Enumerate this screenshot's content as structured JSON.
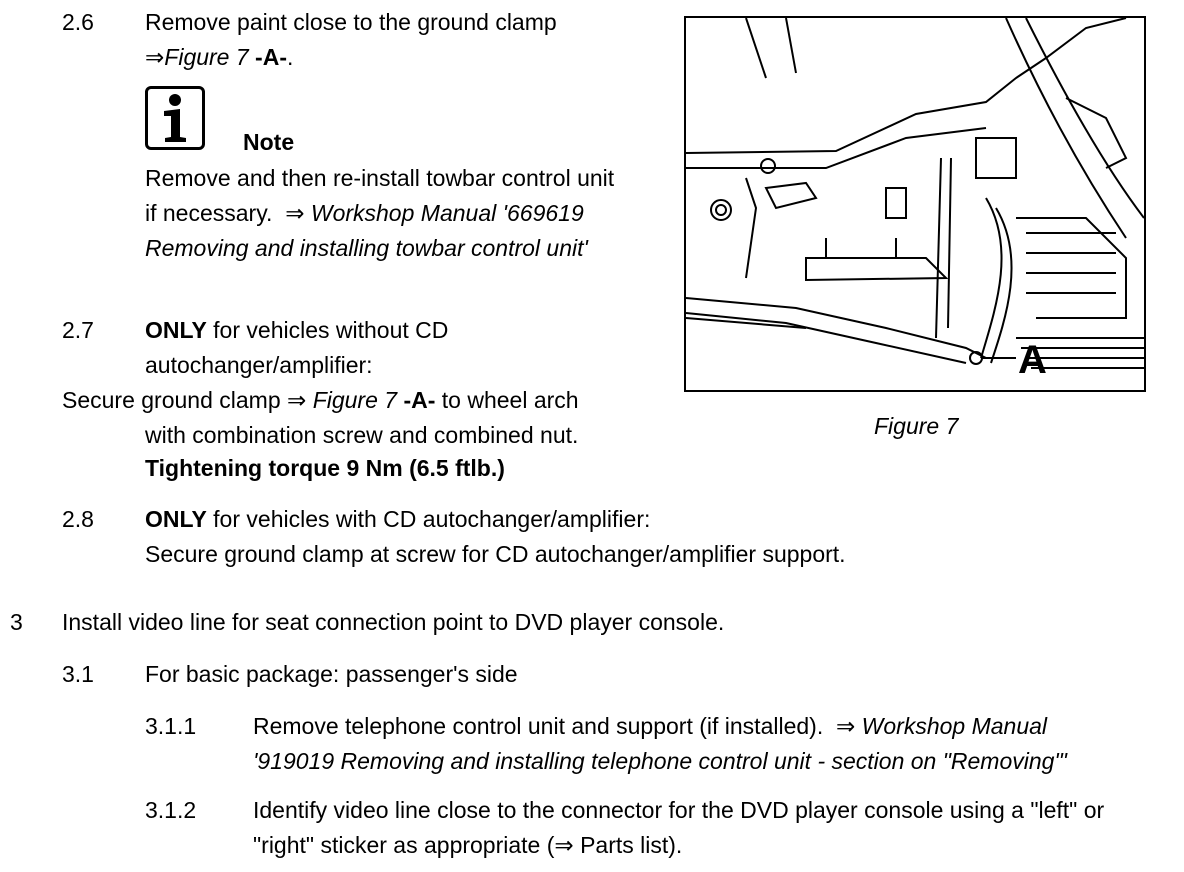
{
  "arrow": "⇒",
  "step_2_6": {
    "number": "2.6",
    "line1": "Remove paint close to the ground clamp",
    "fig_ref": "Figure 7",
    "marker": "-A-",
    "end": "."
  },
  "note": {
    "icon_glyph": "i",
    "heading": "Note",
    "line1": "Remove and then re-install towbar control unit",
    "line2_plain": "if necessary.",
    "line2_italic": "Workshop Manual '669619",
    "line3_italic": "Removing and installing towbar control unit'"
  },
  "step_2_7": {
    "number": "2.7",
    "only": "ONLY",
    "line1_rest": " for vehicles without CD",
    "line2": "autochanger/amplifier:",
    "line3_a": "Secure ground clamp",
    "fig_ref": "Figure 7",
    "marker": "-A-",
    "line3_b": "to wheel arch",
    "line4": "with combination screw and combined nut.",
    "torque": "Tightening torque 9 Nm (6.5 ftlb.)"
  },
  "step_2_8": {
    "number": "2.8",
    "only": "ONLY",
    "line1_rest": " for vehicles with CD autochanger/amplifier:",
    "line2": "Secure ground clamp at screw for CD autochanger/amplifier support."
  },
  "step_3": {
    "number": "3",
    "text": "Install video line for seat connection point to DVD player console."
  },
  "step_3_1": {
    "number": "3.1",
    "text": "For basic package:  passenger's side"
  },
  "step_3_1_1": {
    "number": "3.1.1",
    "line1_plain": "Remove telephone control unit and support (if installed).",
    "line1_italic": "Workshop Manual",
    "line2_italic": "'919019 Removing and installing telephone control unit - section on \"Removing\"'"
  },
  "step_3_1_2": {
    "number": "3.1.2",
    "line1": "Identify video line close to the connector for the DVD player console using a \"left\" or",
    "line2_a": "\"right\" sticker as appropriate (",
    "line2_b": " Parts list)."
  },
  "figure": {
    "label": "A",
    "caption": "Figure 7"
  }
}
